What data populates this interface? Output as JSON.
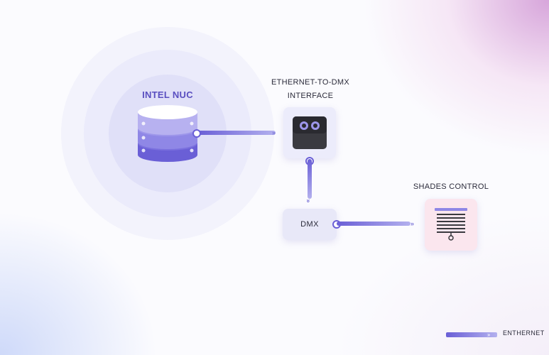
{
  "nodes": {
    "intel_nuc": {
      "label": "INTEL NUC",
      "icon": "database-icon"
    },
    "ethernet_dmx": {
      "label_line1": "ETHERNET-TO-DMX",
      "label_line2": "INTERFACE",
      "icon": "dmx-interface-icon"
    },
    "dmx": {
      "label": "DMX"
    },
    "shades": {
      "label": "SHADES CONTROL",
      "icon": "window-shades-icon"
    }
  },
  "connections": [
    {
      "from": "INTEL NUC",
      "to": "ETHERNET-TO-DMX INTERFACE",
      "type": "ENTHERNET"
    },
    {
      "from": "ETHERNET-TO-DMX INTERFACE",
      "to": "DMX",
      "type": "ENTHERNET"
    },
    {
      "from": "DMX",
      "to": "SHADES CONTROL",
      "type": "ENTHERNET"
    }
  ],
  "legend": {
    "ethernet_label": "ENTHERNET"
  },
  "colors": {
    "accent": "#6a5fd6",
    "accent_light": "#b3b0ee",
    "nuc_label": "#5a4fc0",
    "shades_card": "#fbe6ee",
    "node_card": "#ececfb"
  }
}
